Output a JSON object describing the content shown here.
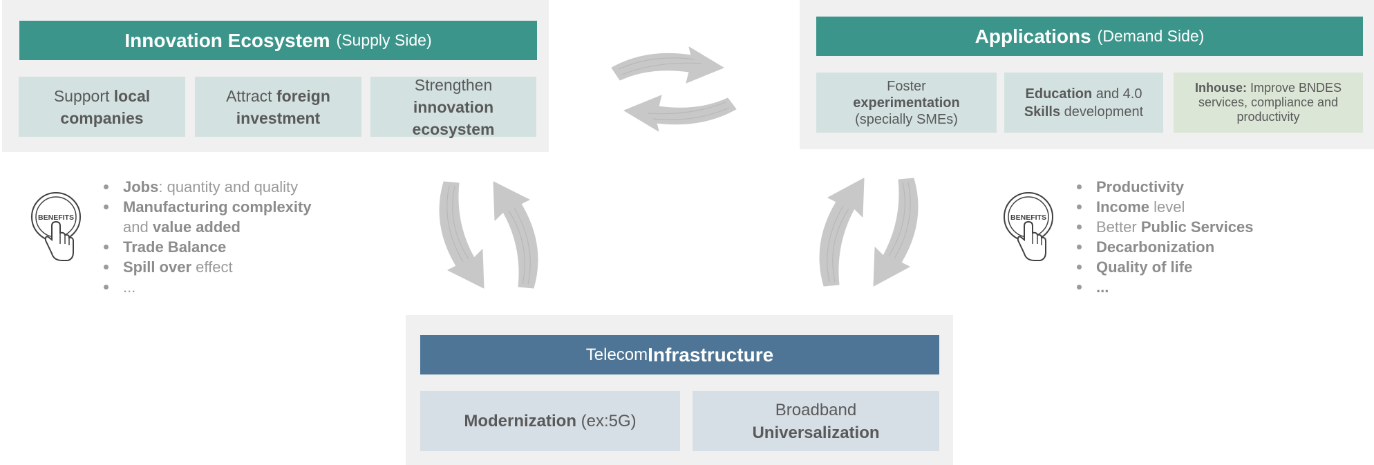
{
  "colors": {
    "panel_bg": "#f0f0f0",
    "supply_header": "#3b958a",
    "demand_header": "#3b958a",
    "infra_header": "#4e7596",
    "supply_box": "#d3e2e0",
    "inhouse_box": "#dbe6d6",
    "infra_box": "#d7dfe6",
    "arrow": "#c8c8c8",
    "bullet_text": "#9a9a9a"
  },
  "supply": {
    "title_bold": "Innovation Ecosystem",
    "title_light": "(Supply Side)",
    "box1": {
      "line1_light": "Support ",
      "line1_bold": "local",
      "line2_bold": "companies"
    },
    "box2": {
      "line1_light": "Attract ",
      "line1_bold": "foreign",
      "line2_bold": "investment"
    },
    "box3": {
      "line1_light": "Strengthen",
      "line2_bold": "innovation",
      "line3_bold": "ecosystem"
    }
  },
  "demand": {
    "title_bold": "Applications",
    "title_light": "(Demand Side)",
    "box1": {
      "line1_light": "Foster",
      "line2_bold": "experimentation",
      "line3_light": "(specially SMEs)"
    },
    "box2": {
      "line1_bold": "Education",
      "line1_light": " and 4.0",
      "line2_bold": "Skills",
      "line2_light": " development"
    },
    "box3": {
      "line1_bold": "Inhouse:",
      "line1_light": " Improve BNDES",
      "line2_light": "services, compliance and",
      "line3_light": "productivity"
    }
  },
  "infra": {
    "title_light": "Telecom ",
    "title_bold": "Infrastructure",
    "box1": {
      "bold": "Modernization",
      "light": " (ex:5G)"
    },
    "box2": {
      "line1_light": "Broadband",
      "line2_bold": "Universalization"
    }
  },
  "benefits_left": {
    "icon_label": "BENEFITS",
    "items": [
      {
        "bold": "Jobs",
        "light": ": quantity and quality"
      },
      {
        "bold": "Manufacturing complexity",
        "light": ""
      },
      {
        "cont_light": "and ",
        "cont_bold": "value added"
      },
      {
        "bold": "Trade Balance",
        "light": ""
      },
      {
        "bold": "Spill over",
        "light": " effect"
      },
      {
        "bold": "",
        "light": "..."
      }
    ]
  },
  "benefits_right": {
    "icon_label": "BENEFITS",
    "items": [
      {
        "pre": "",
        "bold": "Productivity",
        "light": ""
      },
      {
        "pre": "",
        "bold": "Income",
        "light": " level"
      },
      {
        "pre": "Better ",
        "bold": "Public Services",
        "light": ""
      },
      {
        "pre": "",
        "bold": "Decarbonization",
        "light": ""
      },
      {
        "pre": "",
        "bold": "Quality of life",
        "light": ""
      },
      {
        "pre": "",
        "bold": "...",
        "light": ""
      }
    ]
  }
}
